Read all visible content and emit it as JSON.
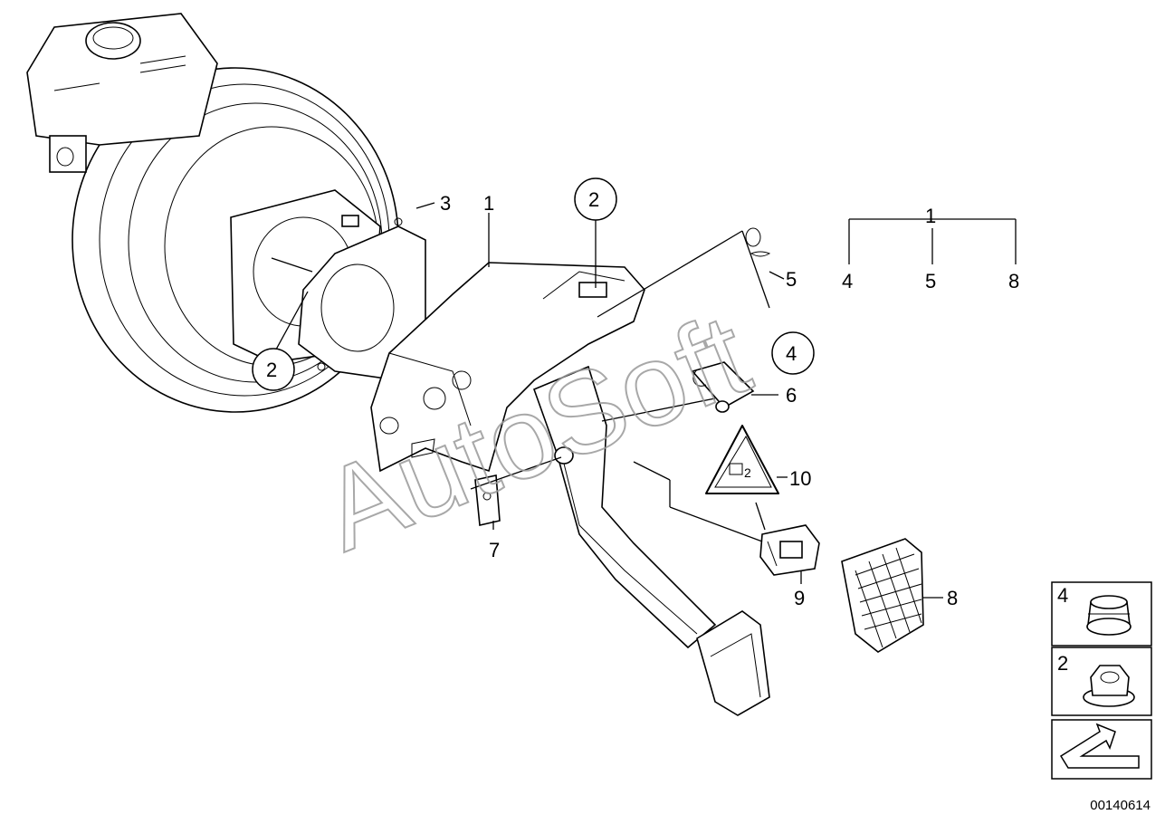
{
  "diagram": {
    "drawing_number": "00140614",
    "watermark": "AutoSoft",
    "callouts": {
      "c1": "1",
      "c2a": "2",
      "c2b": "2",
      "c3": "3",
      "c4": "4",
      "c5": "5",
      "c6": "6",
      "c7": "7",
      "c8": "8",
      "c9": "9",
      "c10": "10"
    },
    "tree": {
      "root": "1",
      "children": [
        "4",
        "5",
        "8"
      ]
    },
    "legend": {
      "item1_label": "4",
      "item2_label": "2"
    }
  }
}
